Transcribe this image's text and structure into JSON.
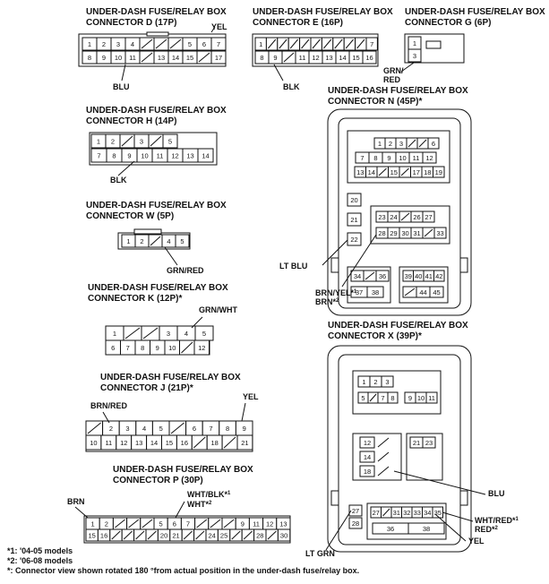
{
  "connectors": {
    "d": {
      "title1": "UNDER-DASH FUSE/RELAY BOX",
      "title2": "CONNECTOR D (17P)",
      "top": [
        "1",
        "2",
        "3",
        "4",
        "",
        "",
        "",
        "5",
        "6",
        "7"
      ],
      "bottom": [
        "8",
        "9",
        "10",
        "11",
        "",
        "13",
        "14",
        "15",
        "",
        "17"
      ],
      "wires": [
        {
          "label": "YEL"
        },
        {
          "label": "BLU"
        }
      ]
    },
    "e": {
      "title1": "UNDER-DASH FUSE/RELAY BOX",
      "title2": "CONNECTOR E (16P)",
      "top": [
        "1",
        "",
        "",
        "",
        "",
        "",
        "",
        "",
        "",
        "",
        "7"
      ],
      "bottom": [
        "8",
        "9",
        "",
        "11",
        "12",
        "13",
        "14",
        "15",
        "16"
      ],
      "wires": [
        {
          "label": "BLK"
        }
      ]
    },
    "g": {
      "title1": "UNDER-DASH FUSE/RELAY BOX",
      "title2": "CONNECTOR G (6P)",
      "top": [
        "1"
      ],
      "bottom": [
        "3"
      ],
      "wires": [
        {
          "label": "GRN/"
        },
        {
          "label": "RED"
        }
      ]
    },
    "h": {
      "title1": "UNDER-DASH FUSE/RELAY BOX",
      "title2": "CONNECTOR H (14P)",
      "top": [
        "1",
        "2",
        "",
        "3",
        "",
        "5"
      ],
      "bottom": [
        "7",
        "8",
        "9",
        "10",
        "11",
        "12",
        "13",
        "14"
      ],
      "wires": [
        {
          "label": "BLK"
        }
      ]
    },
    "w": {
      "title1": "UNDER-DASH FUSE/RELAY BOX",
      "title2": "CONNECTOR W (5P)",
      "cells": [
        "1",
        "2",
        "",
        "4",
        "5"
      ],
      "wires": [
        {
          "label": "GRN/RED"
        }
      ]
    },
    "k": {
      "title1": "UNDER-DASH FUSE/RELAY BOX",
      "title2": "CONNECTOR K (12P)*",
      "top": [
        "1",
        "",
        "",
        "3",
        "4",
        "5"
      ],
      "bottom": [
        "6",
        "7",
        "8",
        "9",
        "10",
        "",
        "12"
      ],
      "wires": [
        {
          "label": "GRN/WHT"
        }
      ]
    },
    "j": {
      "title1": "UNDER-DASH FUSE/RELAY BOX",
      "title2": "CONNECTOR J (21P)*",
      "top": [
        "",
        "2",
        "3",
        "4",
        "5",
        "",
        "6",
        "7",
        "8",
        "9"
      ],
      "bottom": [
        "10",
        "11",
        "12",
        "13",
        "14",
        "15",
        "16",
        "",
        "18",
        "",
        "21"
      ],
      "wires": [
        {
          "label": "BRN/RED"
        },
        {
          "label": "YEL"
        }
      ]
    },
    "p": {
      "title1": "UNDER-DASH FUSE/RELAY BOX",
      "title2": "CONNECTOR P (30P)",
      "top": [
        "1",
        "2",
        "",
        "",
        "",
        "5",
        "6",
        "7",
        "",
        "",
        "",
        "9",
        "11",
        "12",
        "13"
      ],
      "bottom": [
        "15",
        "16",
        "",
        "",
        "",
        "",
        "20",
        "21",
        "",
        "",
        "24",
        "25",
        "",
        "",
        "28",
        "",
        "30"
      ],
      "wires": [
        {
          "label": "BRN"
        },
        {
          "label": "WHT/BLK*",
          "sup": "1"
        },
        {
          "label": "WHT*",
          "sup": "2"
        }
      ]
    },
    "n": {
      "title1": "UNDER-DASH FUSE/RELAY BOX",
      "title2": "CONNECTOR N (45P)*",
      "blockA_row1": [
        "1",
        "2",
        "3",
        "",
        "",
        "6"
      ],
      "blockA_row2": [
        "7",
        "8",
        "9",
        "10",
        "11",
        "12"
      ],
      "blockA_row3": [
        "13",
        "14",
        "",
        "15",
        "",
        "17",
        "18",
        "19"
      ],
      "column": [
        "20",
        "21",
        "22"
      ],
      "blockB_row1": [
        "23",
        "24",
        "",
        "26",
        "27"
      ],
      "blockB_row2": [
        "28",
        "29",
        "30",
        "31",
        "",
        "33"
      ],
      "blockC_row1": [
        "34",
        "",
        "36"
      ],
      "blockC_row2": [
        "37",
        "38"
      ],
      "blockD_row1": [
        "39",
        "40",
        "41",
        "42"
      ],
      "blockD_row2": [
        "",
        "44",
        "45"
      ],
      "wires": [
        {
          "label": "LT BLU"
        },
        {
          "label": "BRN/YEL*",
          "sup": "1"
        },
        {
          "label": "BRN*",
          "sup": "2"
        }
      ]
    },
    "x": {
      "title1": "UNDER-DASH FUSE/RELAY BOX",
      "title2": "CONNECTOR X (39P)*",
      "blockA_row1": [
        "1",
        "2",
        "3"
      ],
      "blockA_row2": [
        "5",
        "",
        "7",
        "8"
      ],
      "blockA_row3": [
        "9",
        "10",
        "11"
      ],
      "blockB": [
        "12",
        "14",
        "18"
      ],
      "blockC": [
        "21",
        "23"
      ],
      "blockD_row1": [
        "27",
        "",
        "31",
        "32",
        "33",
        "34",
        "35"
      ],
      "blockD_row2": [
        "36",
        "38"
      ],
      "side": [
        "27",
        "28"
      ],
      "wires": [
        {
          "label": "BLU"
        },
        {
          "label": "WHT/RED*",
          "sup": "1"
        },
        {
          "label": "RED*",
          "sup": "2"
        },
        {
          "label": "YEL"
        },
        {
          "label": "LT GRN"
        }
      ]
    }
  },
  "footnotes": [
    {
      "text": "*1: '04-05 models"
    },
    {
      "text": "*2: '06-08 models"
    },
    {
      "text": "*: Connector view shown rotated 180 °from actual position in the under-dash fuse/relay box."
    }
  ]
}
